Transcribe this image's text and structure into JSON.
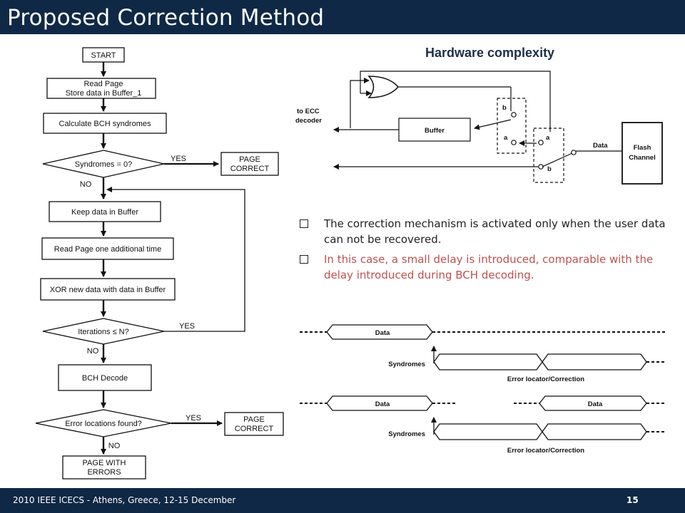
{
  "slide": {
    "title": "Proposed Correction Method",
    "footer": "2010 IEEE ICECS - Athens, Greece, 12-15 December",
    "page_number": "15"
  },
  "flowchart": {
    "start": "START",
    "read_page_1": "Read Page",
    "read_page_2": "Store data in Buffer_1",
    "calc_syndromes": "Calculate BCH syndromes",
    "decision_syndromes": "Syndromes = 0?",
    "page_correct_1a": "PAGE",
    "page_correct_1b": "CORRECT",
    "yes1": "YES",
    "no1": "NO",
    "keep_data": "Keep data in Buffer",
    "read_additional": "Read Page one additional time",
    "xor_data": "XOR new data with data in Buffer",
    "decision_iterations": "Iterations ≤ N?",
    "yes2": "YES",
    "no2": "NO",
    "bch_decode": "BCH Decode",
    "decision_errors": "Error locations found?",
    "yes3": "YES",
    "page_correct_2a": "PAGE",
    "page_correct_2b": "CORRECT",
    "no3": "NO",
    "page_errors_1": "PAGE WITH",
    "page_errors_2": "ERRORS"
  },
  "hardware": {
    "heading": "Hardware complexity",
    "to_ecc_1": "to ECC",
    "to_ecc_2": "decoder",
    "buffer": "Buffer",
    "switch_b_top": "b",
    "switch_a_left": "a",
    "switch_a_right": "a",
    "switch_b_bottom": "b",
    "data_label": "Data",
    "flash_1": "Flash",
    "flash_2": "Channel"
  },
  "bullets": [
    "The correction mechanism is activated only when the user data can not be recovered.",
    "In this case, a small delay is introduced, comparable with the delay introduced during BCH decoding."
  ],
  "timing": {
    "top_data": "Data",
    "top_syndromes": "Syndromes",
    "top_error": "Error locator/Correction",
    "bottom_data_1": "Data",
    "bottom_data_2": "Data",
    "bottom_syndromes": "Syndromes",
    "bottom_error": "Error locator/Correction"
  },
  "colors": {
    "title_bar": "#0f2846",
    "bullet_highlight": "#c0504d"
  }
}
